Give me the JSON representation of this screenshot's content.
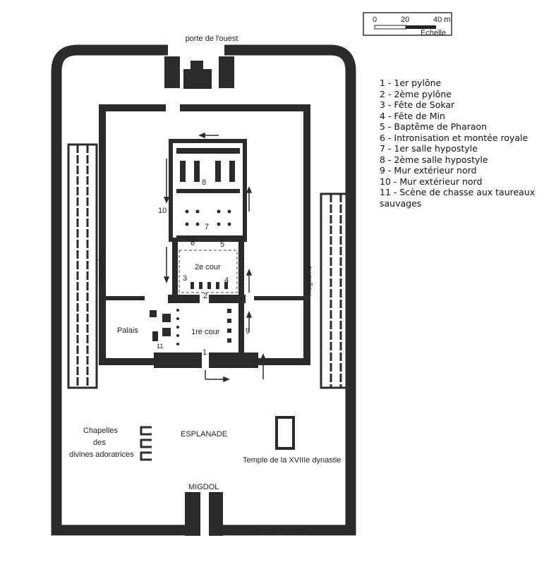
{
  "scale": {
    "ticks": [
      "0",
      "20",
      "40 m"
    ],
    "label": "Échelle"
  },
  "labels": {
    "west_gate": "porte de l'ouest",
    "magasins_left": "magasins",
    "magasins_right": "magasins",
    "palace": "Palais",
    "first_court": "1re cour",
    "second_court": "2e cour",
    "chapels": [
      "Chapelles",
      "des",
      "divines adoratrices"
    ],
    "esplanade": "ESPLANADE",
    "temple_18": "Temple de la XVIIIe dynastie",
    "migdol": "MIGDOL",
    "enclosure_wall": "mur d'enceinte"
  },
  "markers": [
    "1",
    "2",
    "3",
    "4",
    "5",
    "6",
    "7",
    "8",
    "9",
    "10",
    "11"
  ],
  "legend": [
    "1 - 1er pylône",
    "2 - 2ème pylône",
    "3 - Fête de Sokar",
    "4 - Fête de Min",
    "5 - Baptême de Pharaon",
    "6 - Intronisation et montée royale",
    "7 - 1er salle hypostyle",
    "8 - 2ème salle hypostyle",
    "9 - Mur extérieur nord",
    "10 - Mur extérieur nord",
    "11 - Scène de chasse aux taureaux\nsauvages"
  ]
}
